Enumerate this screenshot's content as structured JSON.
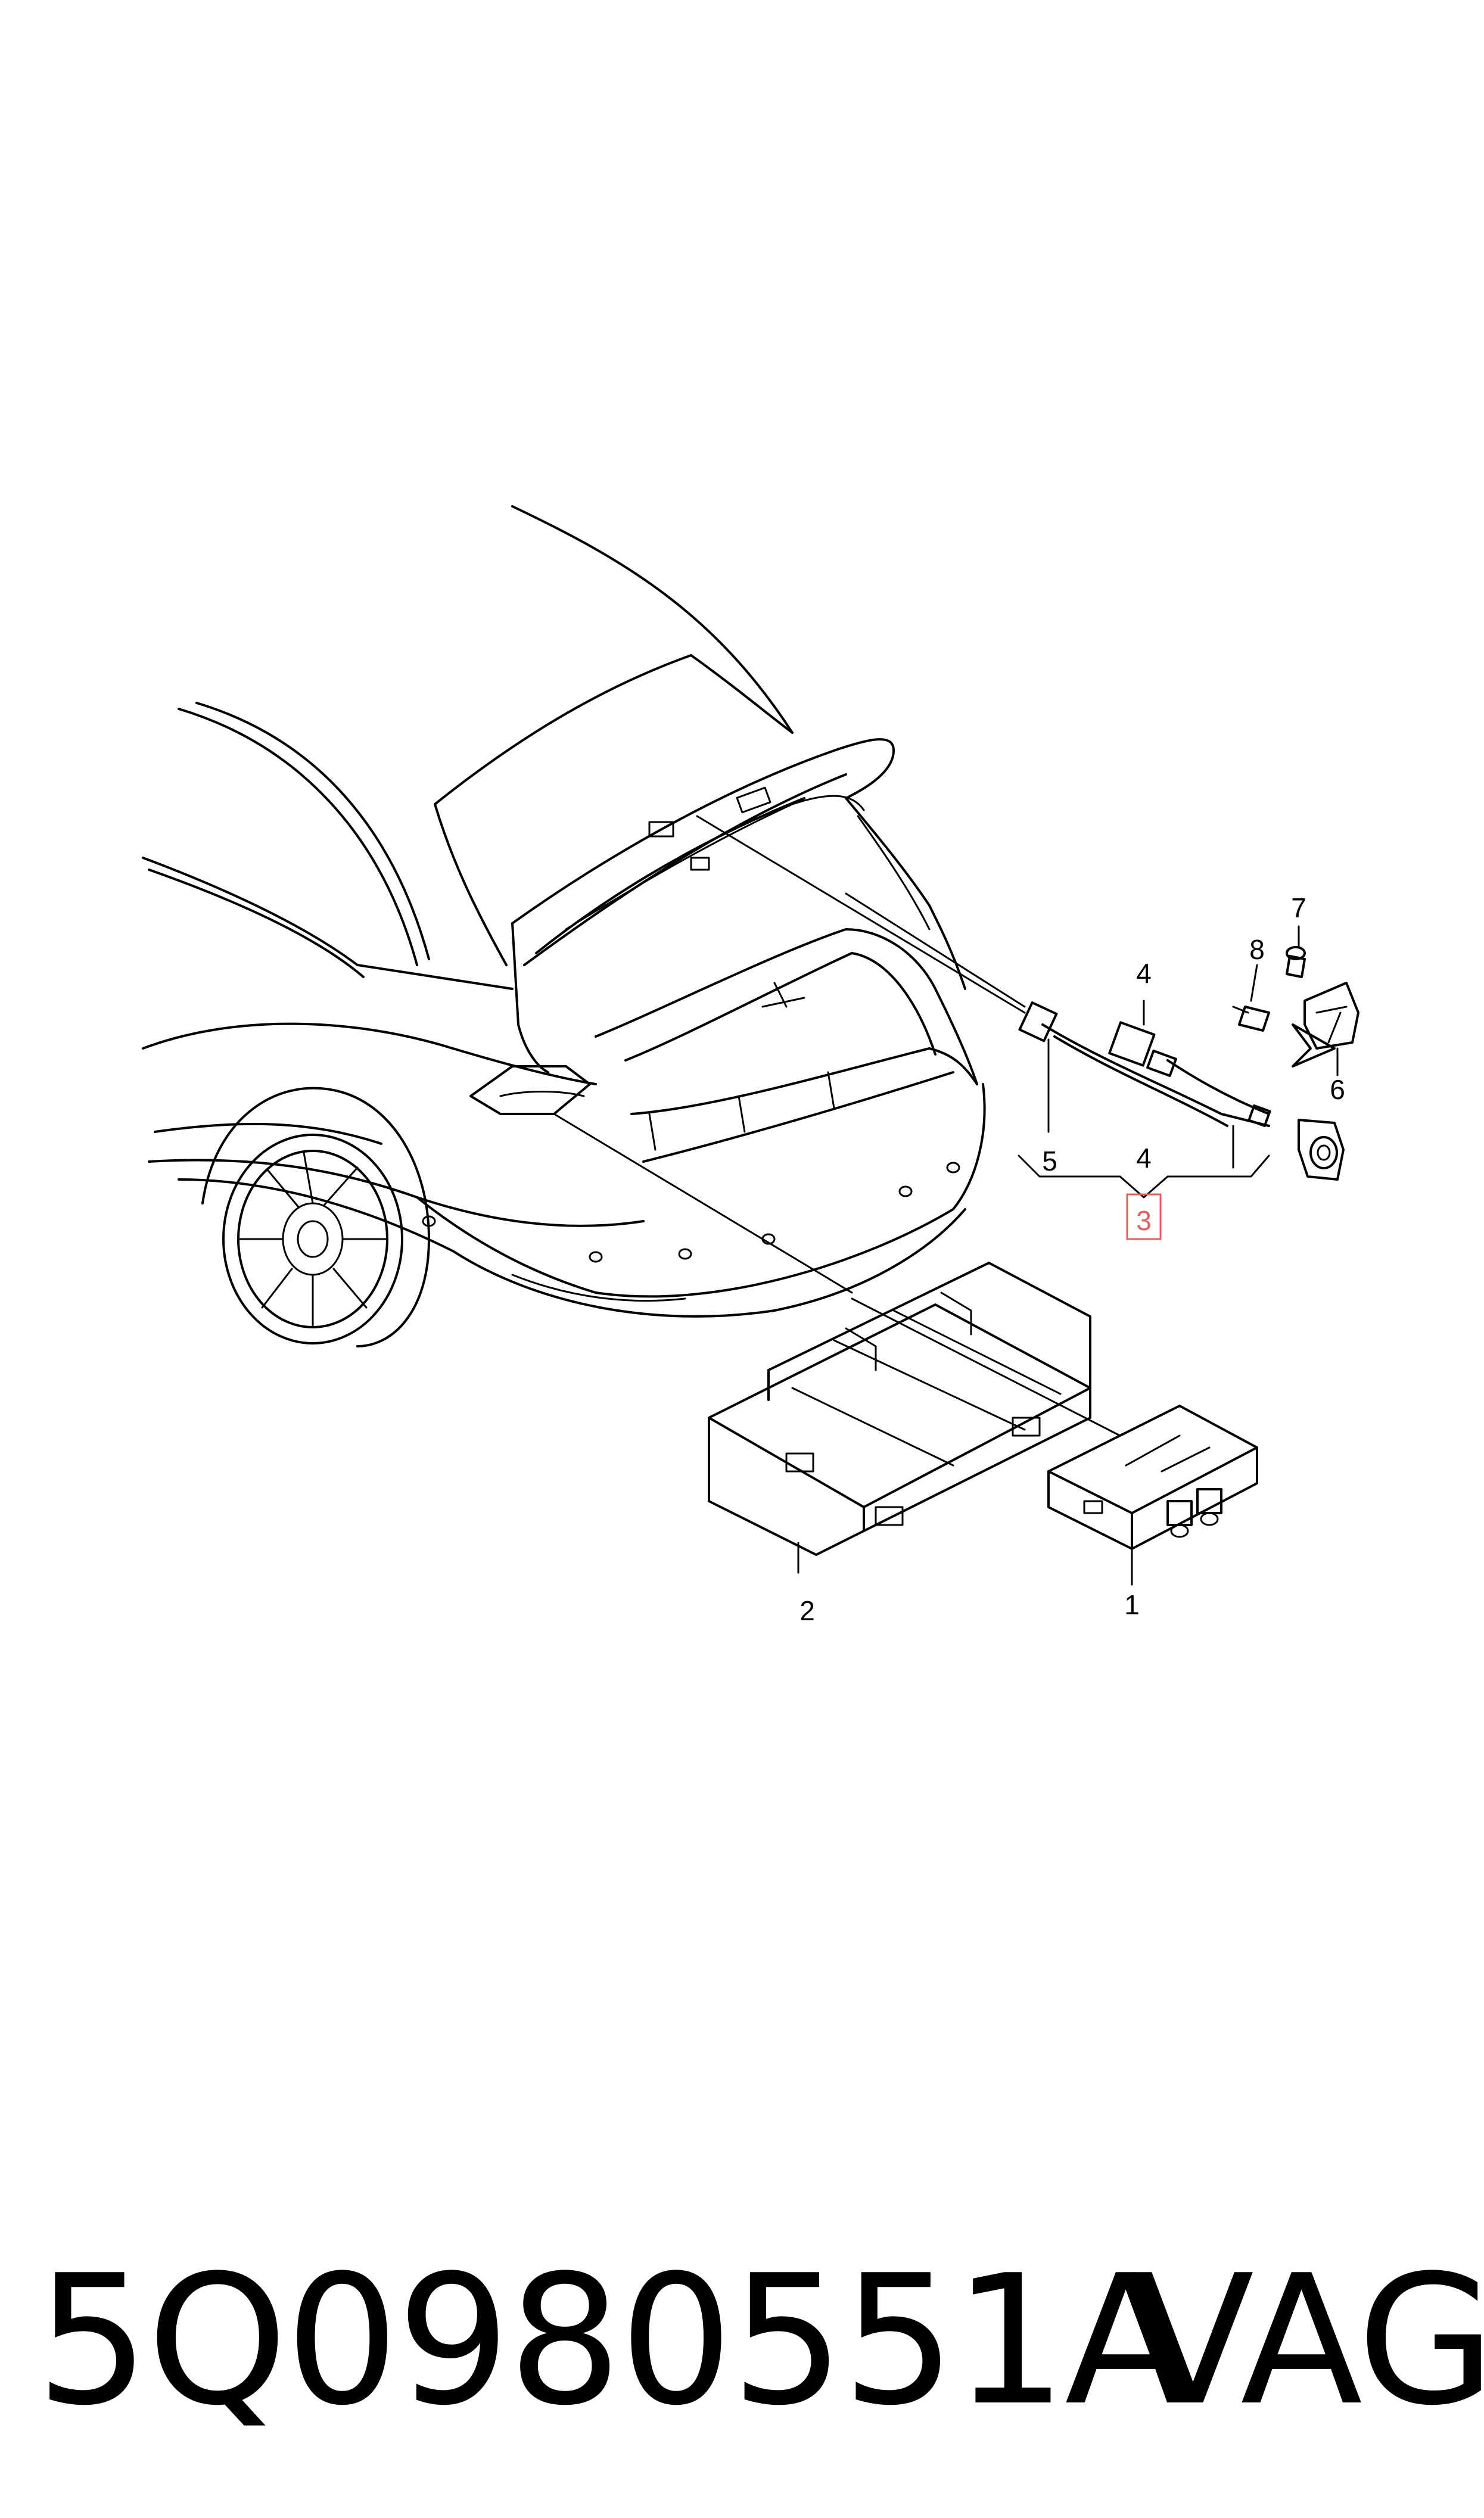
{
  "callouts": {
    "c1": "1",
    "c2": "2",
    "c3": "3",
    "c4a": "4",
    "c4b": "4",
    "c5": "5",
    "c6": "6",
    "c7": "7",
    "c8": "8"
  },
  "footer": {
    "part_number": "5Q0980551A",
    "brand": "VAG"
  },
  "colors": {
    "line": "#000000",
    "highlight": "#e06060",
    "background": "#ffffff"
  }
}
